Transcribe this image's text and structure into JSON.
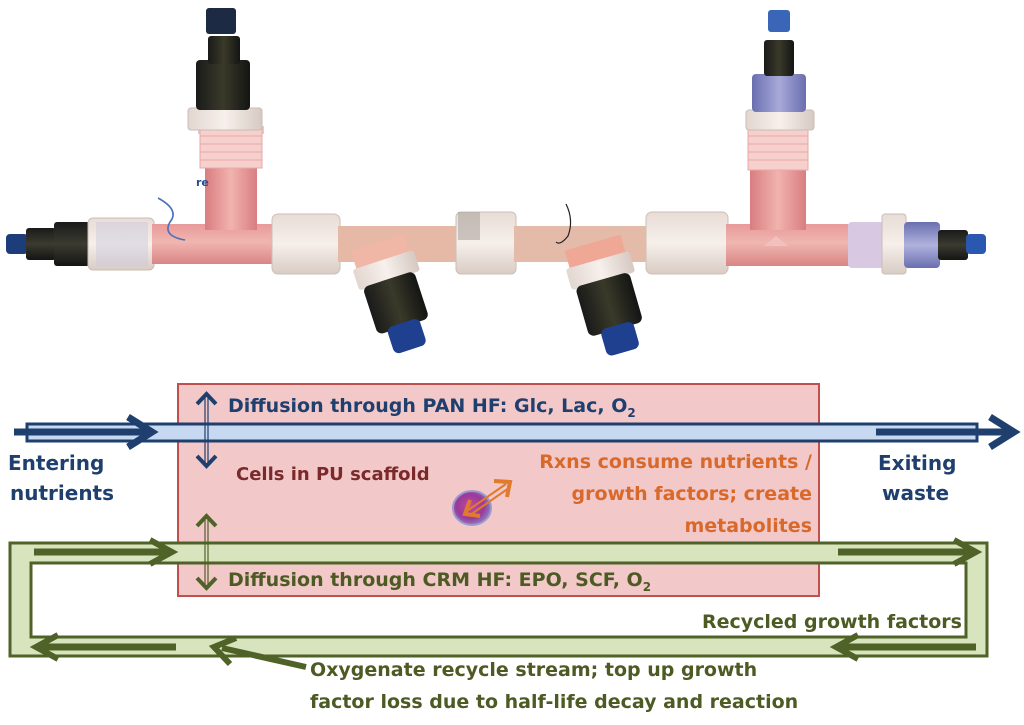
{
  "figure": {
    "photo": {
      "description": "Bioreactor assembly photo: horizontal tube with T-fittings, pink culture medium, white connectors and blue/black end caps",
      "stray_label": "re"
    },
    "colors": {
      "nutrient_stream_fill": "#c6d9f1",
      "nutrient_stream_stroke": "#1f3f6e",
      "recycle_stream_fill": "#d7e4bd",
      "recycle_stream_stroke": "#4f6228",
      "cell_chamber_fill": "#f2c8c8",
      "cell_chamber_stroke": "#c0504d",
      "reaction_text": "#d8692a",
      "cells_text": "#7a2a2a"
    },
    "labels": {
      "pan_diffusion": "Diffusion through PAN HF: Glc, Lac, O",
      "pan_diffusion_sub": "2",
      "entering_line1": "Entering",
      "entering_line2": "nutrients",
      "exiting_line1": "Exiting",
      "exiting_line2": "waste",
      "cells": "Cells in PU scaffold",
      "rxns_line1": "Rxns consume nutrients /",
      "rxns_line2": "growth factors; create",
      "rxns_line3": "metabolites",
      "crm_diffusion": "Diffusion through CRM HF: EPO, SCF, O",
      "crm_diffusion_sub": "2",
      "recycled": "Recycled growth factors",
      "oxygenate_line1": "Oxygenate recycle stream; top up growth",
      "oxygenate_line2": "factor loss due to half-life decay and reaction"
    }
  }
}
